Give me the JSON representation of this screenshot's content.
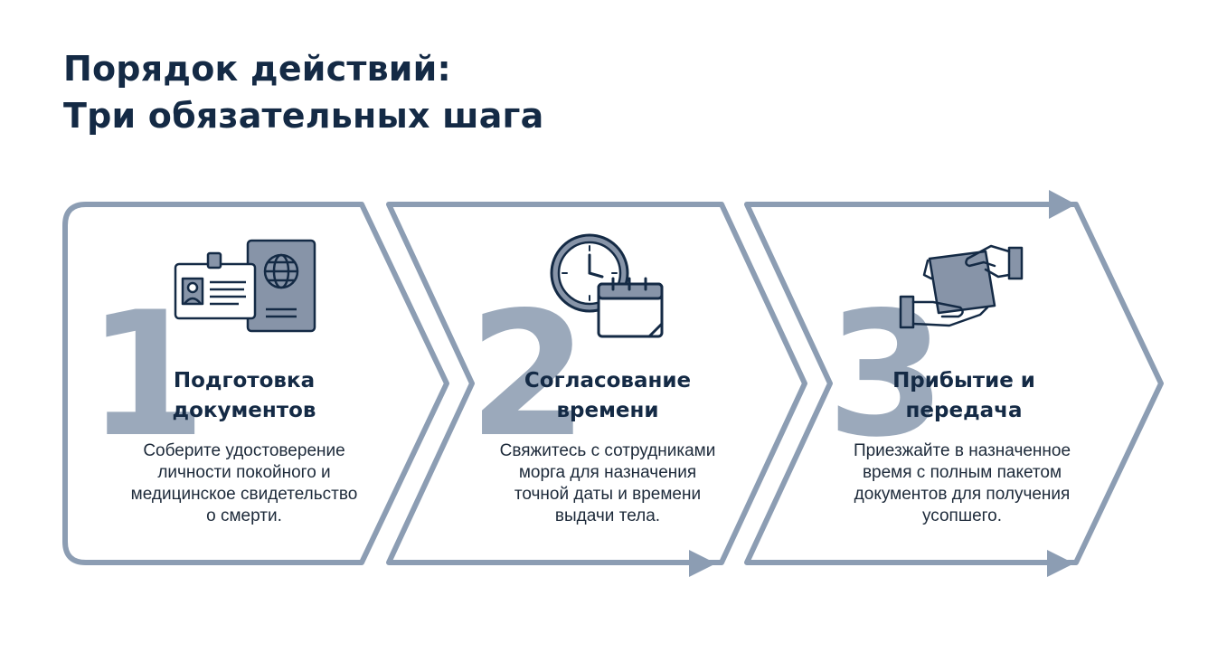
{
  "title": {
    "line1": "Порядок действий:",
    "line2": "Три обязательных шага"
  },
  "colors": {
    "navy": "#142a45",
    "slate": "#8a9bb0",
    "arrow": "#8c9db3",
    "icon_fill": "#8794a8"
  },
  "steps": [
    {
      "number": "1",
      "heading": [
        "Подготовка",
        "документов"
      ],
      "description": [
        "Соберите удостоверение",
        "личности покойного и",
        "медицинское свидетельство",
        "о смерти."
      ],
      "icon": "id-card-passport-icon"
    },
    {
      "number": "2",
      "heading": [
        "Согласование",
        "времени"
      ],
      "description": [
        "Свяжитесь с сотрудниками",
        "морга для назначения",
        "точной даты и времени",
        "выдачи тела."
      ],
      "icon": "clock-calendar-icon"
    },
    {
      "number": "3",
      "heading": [
        "Прибытие и",
        "передача"
      ],
      "description": [
        "Приезжайте в назначенное",
        "время с полным пакетом",
        "документов для получения",
        "усопшего."
      ],
      "icon": "handover-icon"
    }
  ]
}
